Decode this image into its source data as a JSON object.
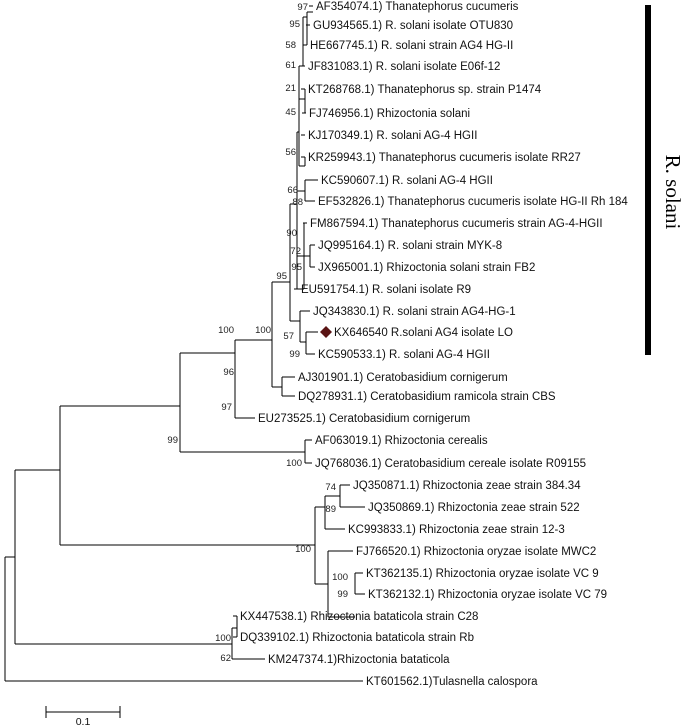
{
  "tree": {
    "taxa": [
      "AF354074.1) Thanatephorus cucumeris",
      "GU934565.1) R. solani isolate OTU830",
      "HE667745.1) R. solani strain AG4 HG-II",
      "JF831083.1) R. solani isolate E06f-12",
      "KT268768.1) Thanatephorus sp. strain P1474",
      "FJ746956.1) Rhizoctonia solani",
      "KJ170349.1) R. solani AG-4 HGII",
      "KR259943.1) Thanatephorus cucumeris isolate RR27",
      "KC590607.1) R. solani AG-4 HGII",
      "EF532826.1) Thanatephorus cucumeris isolate HG-II Rh 184",
      "FM867594.1) Thanatephorus cucumeris strain AG-4-HGII",
      "JQ995164.1) R. solani strain MYK-8",
      "JX965001.1) Rhizoctonia solani strain FB2",
      "EU591754.1) R. solani isolate R9",
      "JQ343830.1) R. solani strain AG4-HG-1",
      "KX646540 R.solani AG4 isolate LO",
      "KC590533.1) R. solani AG-4 HGII",
      "AJ301901.1) Ceratobasidium cornigerum",
      "DQ278931.1) Ceratobasidium ramicola strain CBS",
      "EU273525.1) Ceratobasidium cornigerum",
      "AF063019.1) Rhizoctonia cerealis",
      "JQ768036.1) Ceratobasidium cereale isolate R09155",
      "JQ350871.1) Rhizoctonia zeae strain 384.34",
      "JQ350869.1) Rhizoctonia zeae strain 522",
      "KC993833.1) Rhizoctonia zeae strain 12-3",
      "FJ766520.1) Rhizoctonia oryzae isolate MWC2",
      "KT362135.1) Rhizoctonia oryzae isolate VC 9",
      "KT362132.1) Rhizoctonia oryzae isolate VC 79",
      "KX447538.1) Rhizoctonia bataticola strain C28",
      "DQ339102.1) Rhizoctonia bataticola strain Rb",
      "KM247374.1)Rhizoctonia bataticola",
      "KT601562.1)Tulasnella calospora"
    ],
    "highlighted_taxon": "KX646540 R.solani AG4 isolate LO",
    "bootstrap_values": [
      "97",
      "95",
      "58",
      "61",
      "21",
      "45",
      "56",
      "66",
      "88",
      "90",
      "72",
      "95",
      "95",
      "100",
      "57",
      "99",
      "100",
      "96",
      "97",
      "99",
      "100",
      "74",
      "89",
      "100",
      "100",
      "99",
      "100",
      "62"
    ],
    "clade_label": "R. solani",
    "scale_bar_label": "0.1"
  }
}
